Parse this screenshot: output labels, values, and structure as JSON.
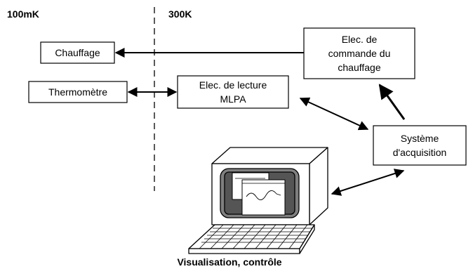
{
  "zones": {
    "cold_label": "100mK",
    "warm_label": "300K"
  },
  "boxes": {
    "heater": "Chauffage",
    "thermometer": "Thermomètre",
    "readout_electronics": [
      "Elec. de lecture",
      "MLPA"
    ],
    "heater_control": [
      "Elec. de",
      "commande du",
      "chauffage"
    ],
    "acquisition_system": [
      "Système",
      "d'acquisition"
    ]
  },
  "caption": "Visualisation, contrôle"
}
